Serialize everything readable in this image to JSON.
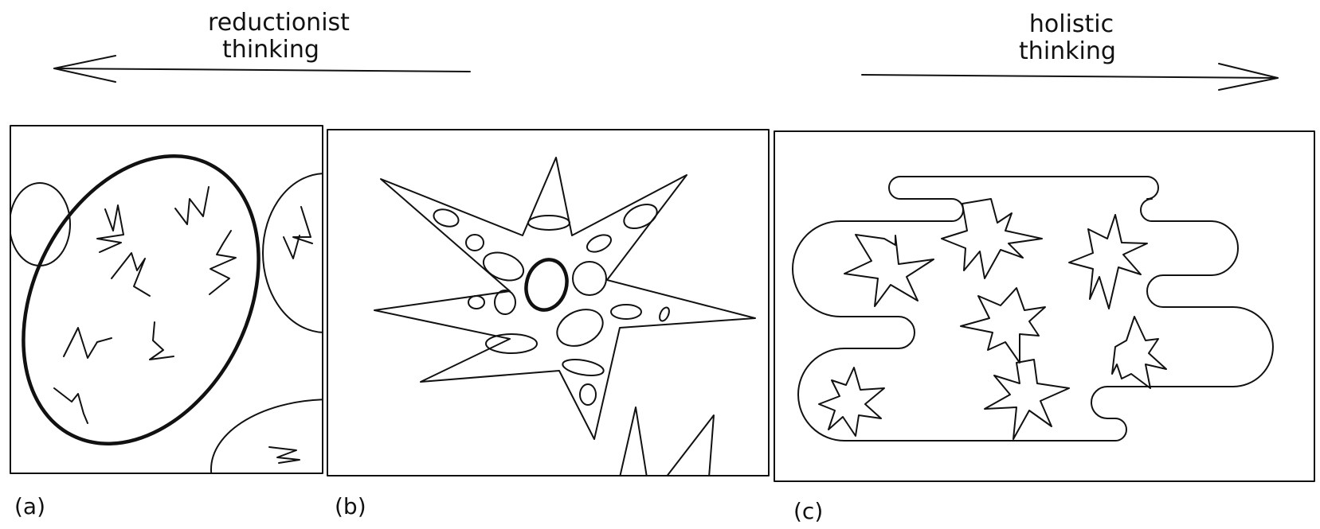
{
  "headings": {
    "left": {
      "line1": "reductionist",
      "line2": "thinking"
    },
    "right": {
      "line1": "holistic",
      "line2": "thinking"
    }
  },
  "panels": [
    {
      "caption": "(a)"
    },
    {
      "caption": "(b)"
    },
    {
      "caption": "(c)"
    }
  ],
  "colors": {
    "ink": "#111111",
    "background": "#ffffff"
  }
}
